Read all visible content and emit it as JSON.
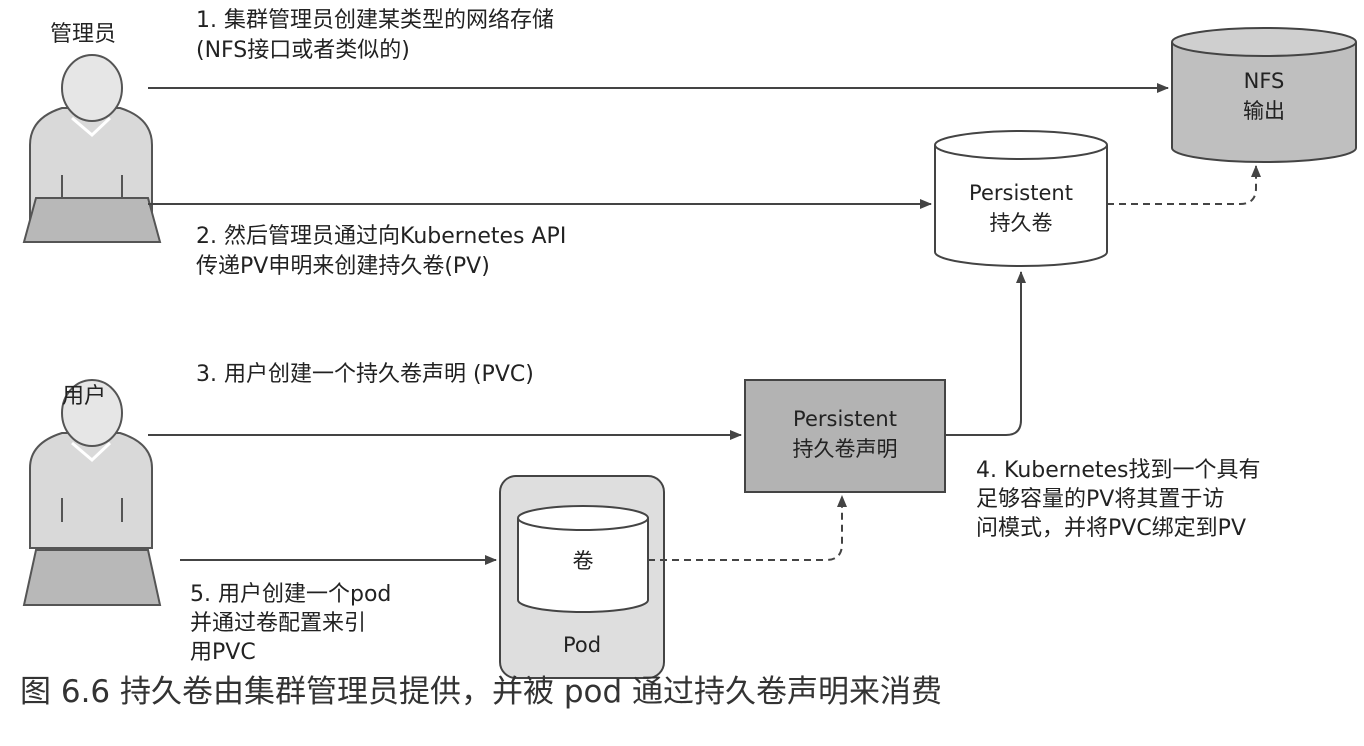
{
  "actors": {
    "admin": {
      "label": "管理员"
    },
    "user": {
      "label": "用户"
    }
  },
  "steps": {
    "step1": "1. 集群管理员创建某类型的网络存储\n(NFS接口或者类似的)",
    "step2": "2. 然后管理员通过向Kubernetes API\n传递PV申明来创建持久卷(PV)",
    "step3": "3. 用户创建一个持久卷声明 (PVC)",
    "step4": "4. Kubernetes找到一个具有\n足够容量的PV将其置于访\n问模式，并将PVC绑定到PV",
    "step5": "5. 用户创建一个pod\n并通过卷配置来引\n用PVC"
  },
  "nodes": {
    "nfs": "NFS\n输出",
    "pv": "Persistent\n持久卷",
    "pvc": "Persistent\n持久卷声明",
    "volume": "卷",
    "pod": "Pod"
  },
  "caption": "图 6.6   持久卷由集群管理员提供，并被 pod 通过持久卷声明来消费",
  "colors": {
    "person_fill": "#d9d9d9",
    "laptop_fill": "#b8b8b8",
    "pvc_fill": "#b3b3b3",
    "nfs_fill": "#bfbfbf",
    "pod_fill": "#dedede"
  }
}
